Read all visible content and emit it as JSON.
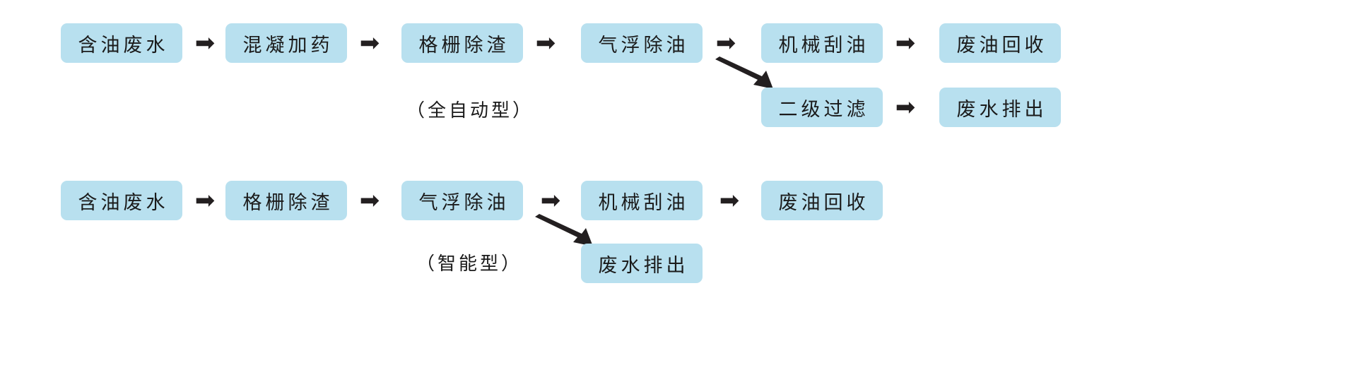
{
  "diagram": {
    "background_color": "#ffffff",
    "node_fill_color": "#b8e0ef",
    "arrow_color": "#231f20",
    "text_color": "#1b1b1b",
    "flows": [
      {
        "id": "auto-type",
        "caption": "（全自动型）",
        "main_chain": [
          "含油废水",
          "混凝加药",
          "格栅除渣",
          "气浮除油",
          "机械刮油",
          "废油回收"
        ],
        "branch_chain": [
          "二级过滤",
          "废水排出"
        ]
      },
      {
        "id": "smart-type",
        "caption": "（智能型）",
        "main_chain": [
          "含油废水",
          "格栅除渣",
          "气浮除油",
          "机械刮油",
          "废油回收"
        ],
        "branch_chain": [
          "废水排出"
        ]
      }
    ],
    "arrow_glyph": "➡"
  }
}
